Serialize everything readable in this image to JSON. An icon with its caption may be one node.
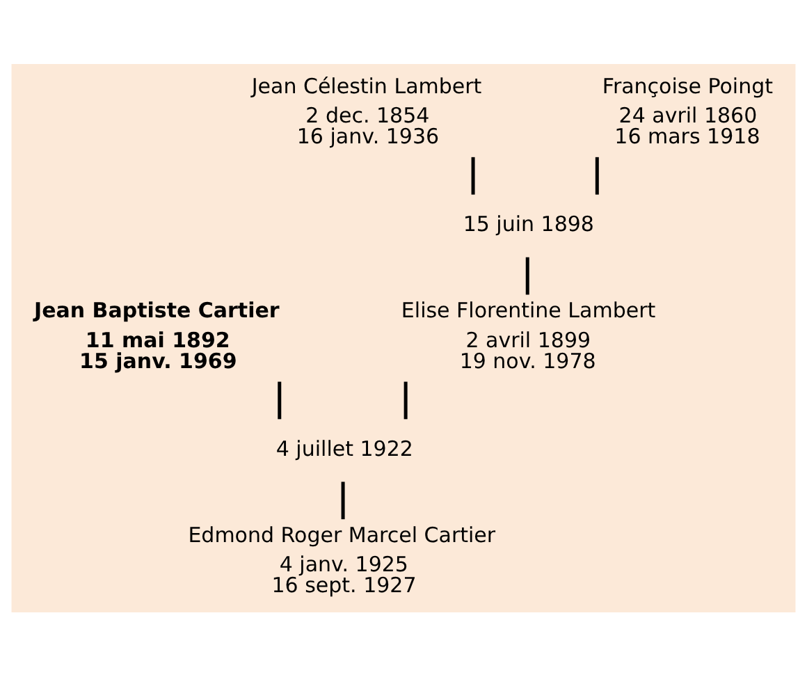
{
  "diagram": {
    "nodes": [
      {
        "text": [
          "Jean Célestin Lambert",
          "2 dec. 1854",
          "16 janv. 1936"
        ]
      },
      {
        "text": [
          "Françoise Poingt",
          "24 avril 1860",
          "16 mars 1918"
        ]
      },
      {
        "text": [
          "15 juin 1898"
        ]
      },
      {
        "text": [
          "Jean Baptiste Cartier",
          "11 mai 1892",
          "15 janv. 1969"
        ]
      },
      {
        "text": [
          "Elise Florentine Lambert",
          "2 avril 1899",
          "19 nov. 1978"
        ]
      },
      {
        "text": [
          "4 juillet 1922"
        ]
      },
      {
        "text": [
          "Edmond Roger Marcel Cartier",
          "4 janv. 1925",
          "16 sept. 1927"
        ]
      }
    ],
    "edges": [
      {
        "from": 0,
        "to": 2,
        "arrow": "none"
      },
      {
        "from": 1,
        "to": 2,
        "arrow": "none"
      },
      {
        "from": 2,
        "to": 4,
        "arrow": "none"
      },
      {
        "from": 3,
        "to": 5,
        "arrow": "none"
      },
      {
        "from": 4,
        "to": 5,
        "arrow": "none"
      },
      {
        "from": 5,
        "to": 6,
        "arrow": "none"
      }
    ]
  }
}
